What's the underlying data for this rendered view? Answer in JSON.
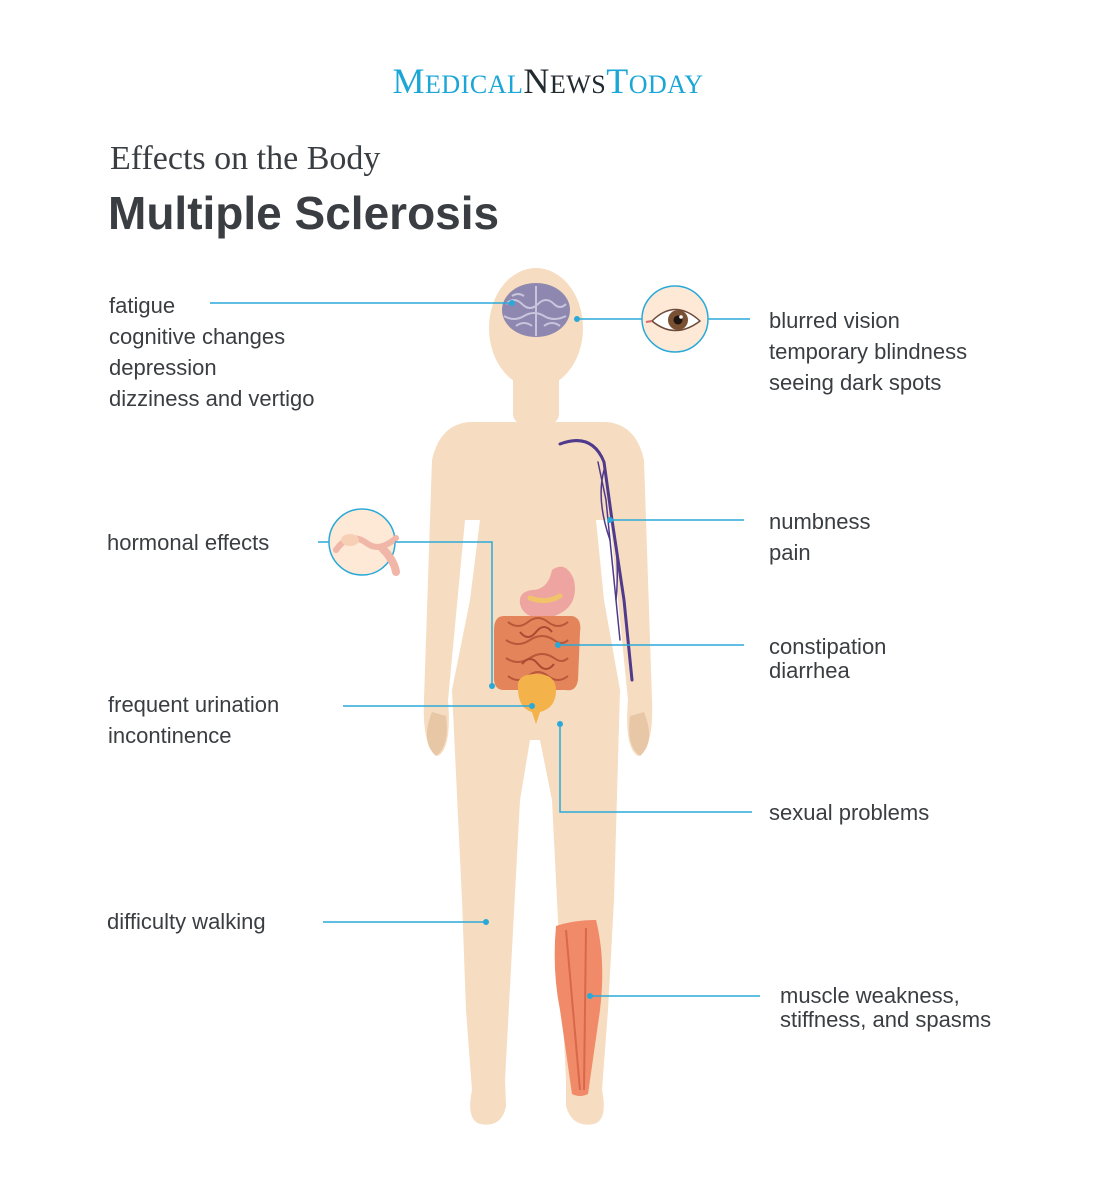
{
  "brand": {
    "medical_big": "M",
    "medical_rest": "EDICAL",
    "news_big": "N",
    "news_rest": "EWS",
    "today_big": "T",
    "today_rest": "ODAY"
  },
  "heading": {
    "subtitle": "Effects on the Body",
    "title": "Multiple Sclerosis"
  },
  "colors": {
    "brand_blue": "#1aa6d6",
    "leader_line": "#2aa9d8",
    "skin": "#f6dcc0",
    "text": "#3a3e42"
  },
  "labels": {
    "brain": [
      "fatigue",
      "cognitive changes",
      "depression",
      "dizziness and vertigo"
    ],
    "eyes": [
      "blurred vision",
      "temporary blindness",
      "seeing dark spots"
    ],
    "hormonal": [
      "hormonal effects"
    ],
    "nerves": [
      "numbness",
      "pain"
    ],
    "bowel": [
      "constipation",
      "diarrhea"
    ],
    "bladder": [
      "frequent urination",
      "incontinence"
    ],
    "sexual": [
      "sexual problems"
    ],
    "walking": [
      "difficulty walking"
    ],
    "muscles": [
      "muscle weakness,",
      "stiffness, and spasms"
    ]
  },
  "icons": {
    "brain": "brain-icon",
    "eye": "eye-icon",
    "ovary": "ovary-icon",
    "nerve": "nerve-icon",
    "intestines": "intestines-icon",
    "stomach": "stomach-icon",
    "bladder": "bladder-icon",
    "leg_muscle": "leg-muscle-icon"
  }
}
